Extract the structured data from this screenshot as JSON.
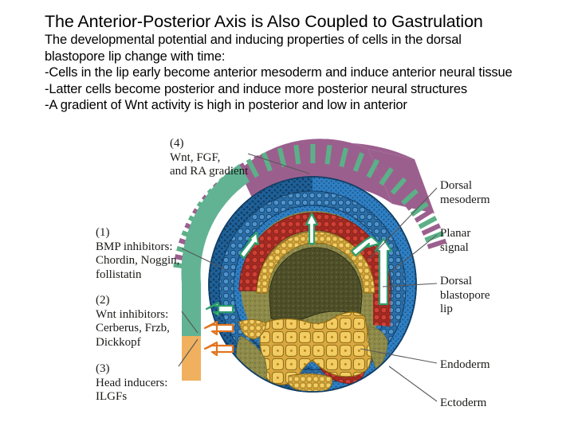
{
  "slide": {
    "title": "The Anterior-Posterior Axis is Also Coupled to Gastrulation",
    "body": [
      "The developmental potential and inducing properties of cells in the dorsal",
      "blastopore lip change with time:",
      "-Cells in the lip early become anterior mesoderm and induce anterior neural tissue",
      "-Latter cells become posterior and induce more posterior neural structures",
      "-A gradient of Wnt activity is high in posterior and low in anterior"
    ]
  },
  "figure": {
    "left_labels": [
      {
        "number": "(1)",
        "lines": [
          "BMP inhibitors:",
          "Chordin, Noggin,",
          "follistatin"
        ]
      },
      {
        "number": "(2)",
        "lines": [
          "Wnt inhibitors:",
          "Cerberus, Frzb,",
          "Dickkopf"
        ]
      },
      {
        "number": "(3)",
        "lines": [
          "Head inducers:",
          "ILGFs"
        ]
      }
    ],
    "top_label": {
      "number": "(4)",
      "lines": [
        "Wnt, FGF,",
        "and RA gradient"
      ]
    },
    "right_labels": [
      {
        "id": "dorsal-mesoderm",
        "lines": [
          "Dorsal",
          "mesoderm"
        ]
      },
      {
        "id": "planar-signal",
        "lines": [
          "Planar",
          "signal"
        ]
      },
      {
        "id": "dorsal-blastopore-lip",
        "lines": [
          "Dorsal",
          "blastopore",
          "lip"
        ]
      },
      {
        "id": "endoderm",
        "lines": [
          "Endoderm"
        ]
      },
      {
        "id": "ectoderm",
        "lines": [
          "Ectoderm"
        ]
      }
    ],
    "colors": {
      "gradient_wedge": "#9b5f8e",
      "striped_green": "#5cb088",
      "striped_purple": "#9b5f8e",
      "inhibitor_band_green": "#61b393",
      "inhibitor_band_orange": "#f0b05e",
      "ectoderm_blue": "#2f7fc4",
      "ectoderm_dark_blue": "#1d5f96",
      "mesoderm_red": "#c0392f",
      "endoderm_yellow": "#f2c85b",
      "archenteron_olive": "#4e4f29",
      "yolk_olive": "#8d8a4a",
      "arrow_green": "#2f9e6b",
      "arrow_orange": "#e2741e",
      "leader_line": "#58585a"
    }
  }
}
